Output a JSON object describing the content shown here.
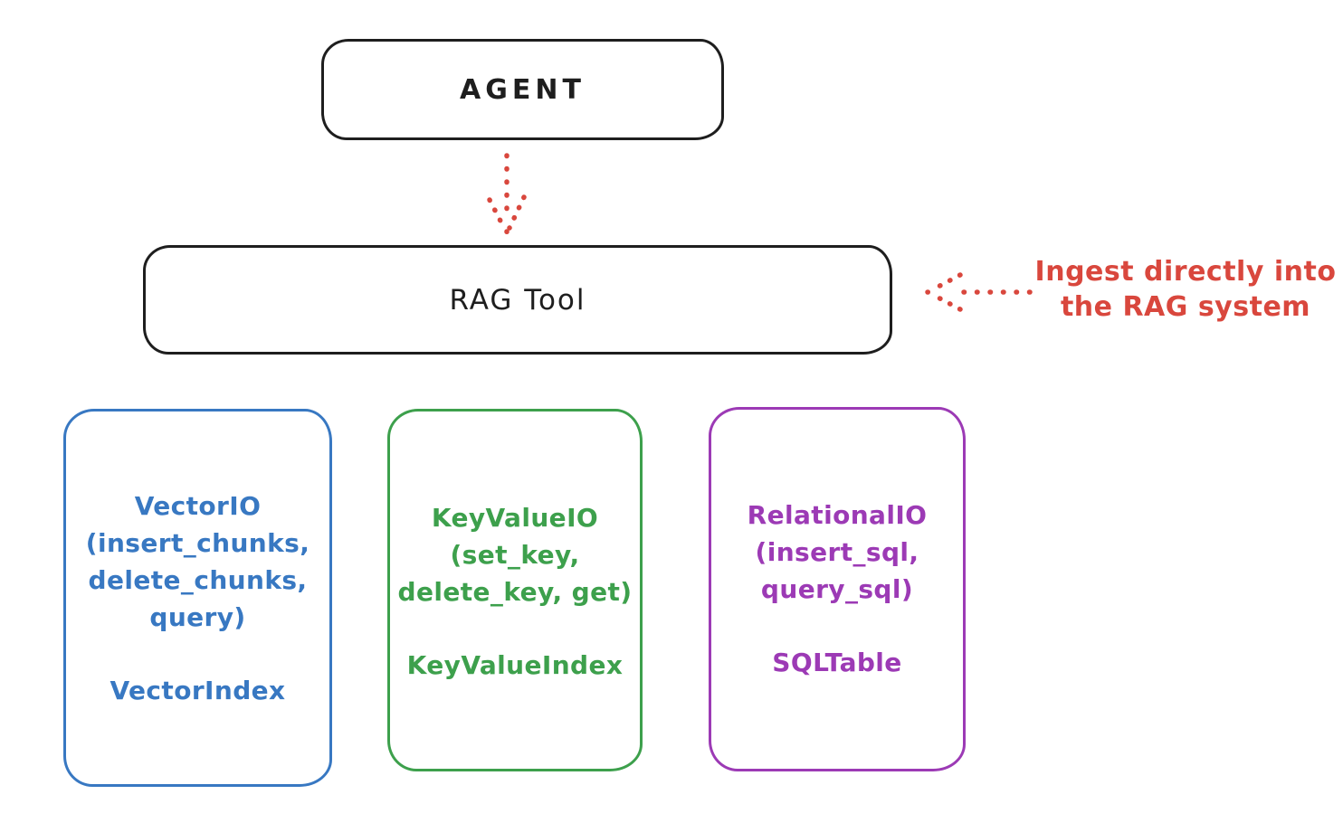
{
  "colors": {
    "ink": "#1e1e1e",
    "accent_red": "#d9473d",
    "accent_blue": "#3878c2",
    "accent_green": "#3da04c",
    "accent_purple": "#9c3ab5",
    "bg": "#ffffff"
  },
  "nodes": {
    "agent": {
      "label": "AGENT"
    },
    "rag_tool": {
      "label": "RAG Tool"
    }
  },
  "annotation": {
    "label": "Ingest directly into\nthe RAG system"
  },
  "arrows": [
    {
      "name": "dotted-arrow-down",
      "from": "agent",
      "to": "rag_tool",
      "style": "dotted",
      "color": "#d9473d"
    },
    {
      "name": "dotted-arrow-left",
      "from": "annotation",
      "to": "rag_tool",
      "style": "dotted",
      "color": "#d9473d"
    }
  ],
  "backends": [
    {
      "name": "vector-io",
      "io_label": "VectorIO\n(insert_chunks,\ndelete_chunks,\nquery)",
      "index_label": "VectorIndex",
      "color": "#3878c2"
    },
    {
      "name": "keyvalue-io",
      "io_label": "KeyValueIO\n(set_key,\ndelete_key, get)",
      "index_label": "KeyValueIndex",
      "color": "#3da04c"
    },
    {
      "name": "relational-io",
      "io_label": "RelationalIO\n(insert_sql,\nquery_sql)",
      "index_label": "SQLTable",
      "color": "#9c3ab5"
    }
  ]
}
